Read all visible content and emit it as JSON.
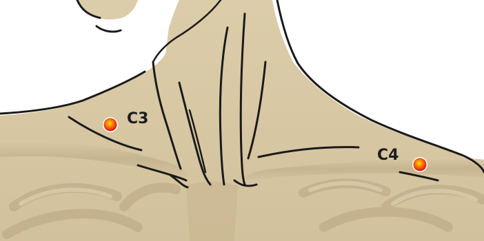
{
  "points": [
    {
      "id": "C3",
      "label": "C3",
      "marker_color": "#e8141b",
      "marker_glow": "#ffd000"
    },
    {
      "id": "C4",
      "label": "C4",
      "marker_color": "#e8141b",
      "marker_glow": "#ffd000"
    }
  ],
  "colors": {
    "skin": "#d8c8a6",
    "skin_shadow": "#c7b38e",
    "bone": "#cdbd9a",
    "bone_shadow": "#b7a47f",
    "outline": "#1a1a1a",
    "background": "#ffffff"
  }
}
